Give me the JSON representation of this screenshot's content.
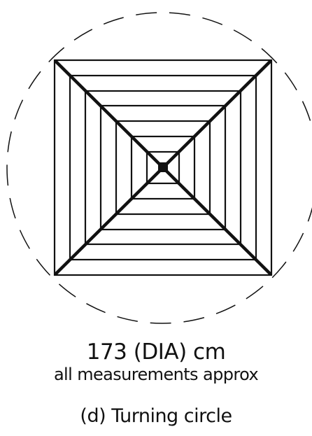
{
  "diagram": {
    "measurement": "173 (DIA) cm",
    "note": "all measurements approx",
    "caption": "(d) Turning circle",
    "line_color": "#111111",
    "background": "#ffffff"
  }
}
